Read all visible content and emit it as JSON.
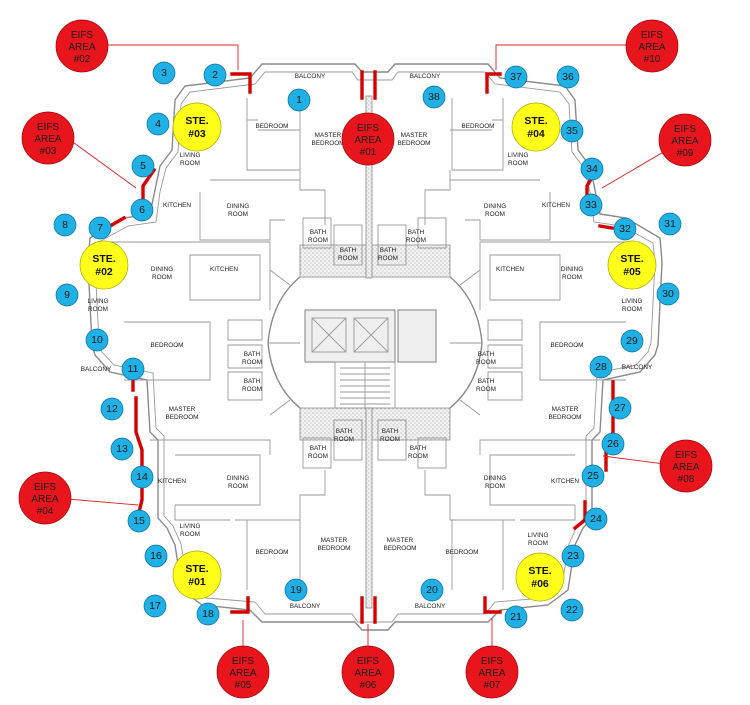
{
  "rooms": {
    "balcony": "BALCONY",
    "bedroom": "BEDROOM",
    "master_1": "MASTER",
    "master_2": "BEDROOM",
    "living_1": "LIVING",
    "living_2": "ROOM",
    "kitchen": "KITCHEN",
    "dining_1": "DINING",
    "dining_2": "ROOM",
    "bath_1": "BATH",
    "bath_2": "ROOM"
  },
  "ste_prefix": "STE.",
  "eifs_line1": "EIFS",
  "eifs_line2": "AREA",
  "suites": [
    {
      "id": "ste01",
      "number": "#01"
    },
    {
      "id": "ste02",
      "number": "#02"
    },
    {
      "id": "ste03",
      "number": "#03"
    },
    {
      "id": "ste04",
      "number": "#04"
    },
    {
      "id": "ste05",
      "number": "#05"
    },
    {
      "id": "ste06",
      "number": "#06"
    }
  ],
  "eifs_areas": [
    {
      "id": "eifs01",
      "number": "#01"
    },
    {
      "id": "eifs02",
      "number": "#02"
    },
    {
      "id": "eifs03",
      "number": "#03"
    },
    {
      "id": "eifs04",
      "number": "#04"
    },
    {
      "id": "eifs05",
      "number": "#05"
    },
    {
      "id": "eifs06",
      "number": "#06"
    },
    {
      "id": "eifs07",
      "number": "#07"
    },
    {
      "id": "eifs08",
      "number": "#08"
    },
    {
      "id": "eifs09",
      "number": "#09"
    },
    {
      "id": "eifs10",
      "number": "#10"
    }
  ],
  "markers": [
    "1",
    "2",
    "3",
    "4",
    "5",
    "6",
    "7",
    "8",
    "9",
    "10",
    "11",
    "12",
    "13",
    "14",
    "15",
    "16",
    "17",
    "18",
    "19",
    "20",
    "21",
    "22",
    "23",
    "24",
    "25",
    "26",
    "27",
    "28",
    "29",
    "30",
    "31",
    "32",
    "33",
    "34",
    "35",
    "36",
    "37",
    "38"
  ],
  "colors": {
    "marker": "#1fb0e6",
    "suite": "#ffff1a",
    "eifs": "#e8161c",
    "wall": "#8a8a8a"
  }
}
